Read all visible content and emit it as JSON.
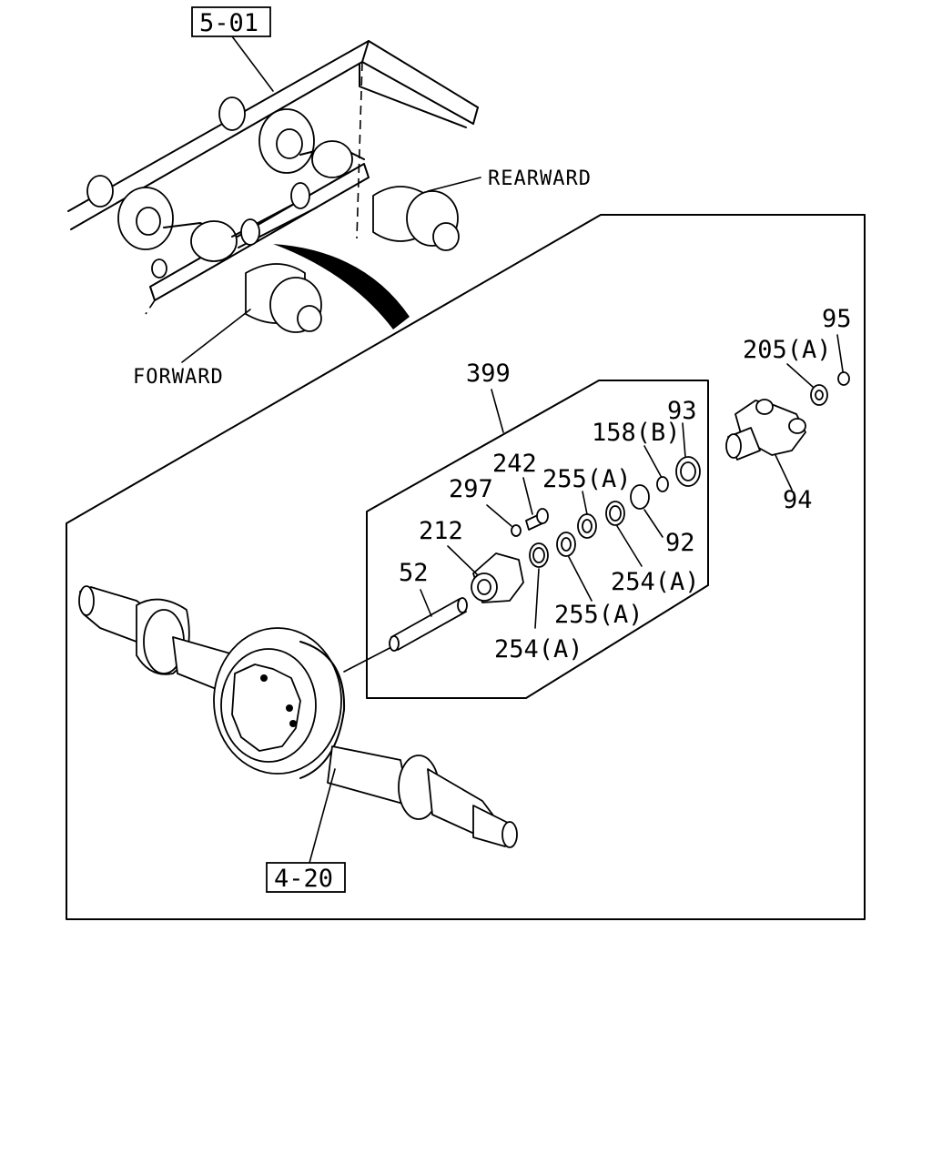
{
  "refs": {
    "frame_ref": "5-01",
    "axle_ref": "4-20"
  },
  "direction_labels": {
    "rearward": "REARWARD",
    "forward": "FORWARD"
  },
  "callouts": {
    "c399": "399",
    "c95": "95",
    "c205a": "205(A)",
    "c93": "93",
    "c158b": "158(B)",
    "c242": "242",
    "c255a_top": "255(A)",
    "c297": "297",
    "c212": "212",
    "c52": "52",
    "c92": "92",
    "c254a_right": "254(A)",
    "c255a_bottom": "255(A)",
    "c254a_bottom": "254(A)",
    "c94": "94"
  }
}
